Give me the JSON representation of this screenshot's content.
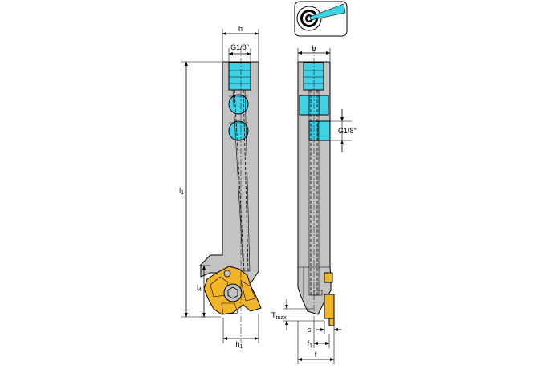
{
  "colors": {
    "body": "#c3c3c3",
    "coolant": "#3fd2e6",
    "insert": "#f2b428",
    "line": "#000000"
  },
  "icon": {
    "name": "coolant-target-icon"
  },
  "labels": {
    "h": "h",
    "b": "b",
    "thread_top": "G1/8\"",
    "thread_side": "G1/8\"",
    "l1": "l",
    "l1_sub": "1",
    "l4": "l",
    "l4_sub": "4",
    "h1": "h",
    "h1_sub": "1",
    "tmax": "T",
    "tmax_sub": "max",
    "s": "s",
    "f1": "f",
    "f1_sub": "1",
    "f": "f"
  }
}
